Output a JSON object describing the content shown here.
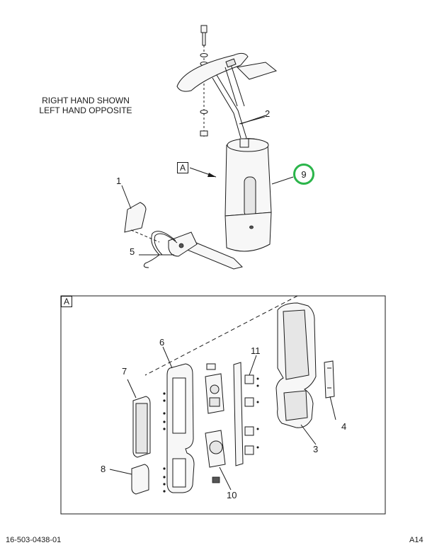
{
  "notes": {
    "line1": "RIGHT HAND SHOWN",
    "line2": "LEFT HAND OPPOSITE"
  },
  "view_labels": {
    "main": "A",
    "detail": "A"
  },
  "callouts": {
    "c1": "1",
    "c2": "2",
    "c3": "3",
    "c4": "4",
    "c5": "5",
    "c6": "6",
    "c7": "7",
    "c8": "8",
    "c9": "9",
    "c10": "10",
    "c11": "11"
  },
  "footer": {
    "doc_number": "16-503-0438-01",
    "page": "A14"
  },
  "highlight_color": "#2bb54a"
}
